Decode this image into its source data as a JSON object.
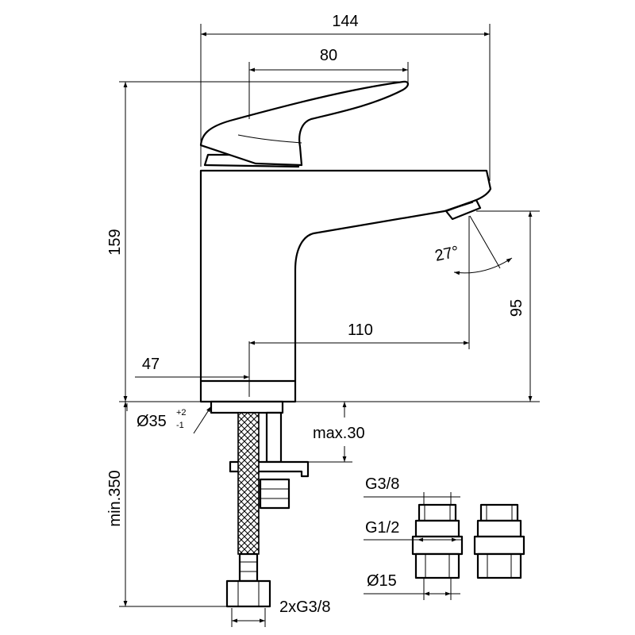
{
  "drawing": {
    "subject": "single-lever basin mixer tap",
    "dimensions": {
      "overall_width": "144",
      "lever_length": "80",
      "overall_height": "159",
      "spout_height": "95",
      "spout_reach": "110",
      "body_offset": "47",
      "spray_angle": "27°",
      "base_diameter": "Ø35",
      "base_tol_plus": "+2",
      "base_tol_minus": "-1",
      "deck_thickness": "max.30",
      "hose_length": "min.350",
      "hose_connection": "2xG3/8"
    },
    "valve_labels": {
      "outlet_thread": "G3/8",
      "inlet_thread": "G1/2",
      "pipe_diameter": "Ø15"
    }
  }
}
